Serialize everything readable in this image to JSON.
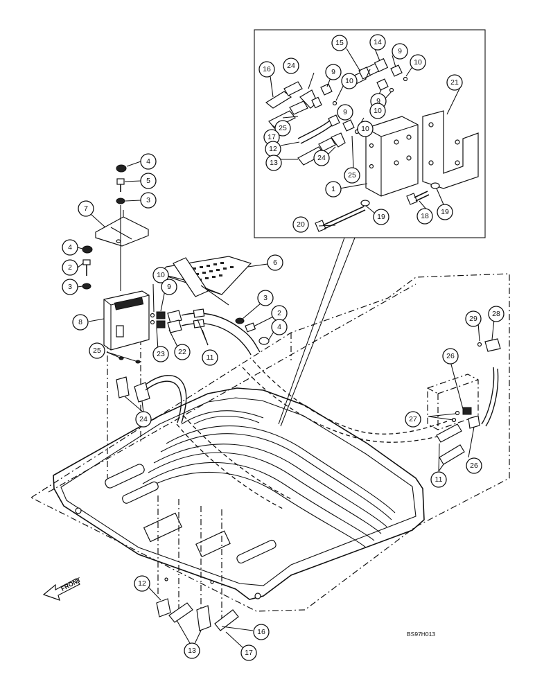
{
  "figure_code": "BS97H013",
  "front_label": "FRONT",
  "callouts": {
    "c1": "1",
    "c2a": "2",
    "c2b": "2",
    "c3a": "3",
    "c3b": "3",
    "c3c": "3",
    "c4a": "4",
    "c4b": "4",
    "c4c": "4",
    "c5": "5",
    "c6": "6",
    "c7": "7",
    "c8": "8",
    "c9a": "9",
    "c9b": "9",
    "c9c": "9",
    "c9d": "9",
    "c9e": "9",
    "c10a": "10",
    "c10b": "10",
    "c10c": "10",
    "c10d": "10",
    "c11a": "11",
    "c11b": "11",
    "c12a": "12",
    "c12b": "12",
    "c13a": "13",
    "c13b": "13",
    "c14": "14",
    "c15": "15",
    "c16a": "16",
    "c16b": "16",
    "c17a": "17",
    "c17b": "17",
    "c18": "18",
    "c19a": "19",
    "c19b": "19",
    "c20": "20",
    "c21": "21",
    "c22": "22",
    "c23": "23",
    "c24a": "24",
    "c24b": "24",
    "c24c": "24",
    "c25a": "25",
    "c25b": "25",
    "c25c": "25",
    "c26a": "26",
    "c26b": "26",
    "c27": "27",
    "c28": "28",
    "c29": "29"
  }
}
